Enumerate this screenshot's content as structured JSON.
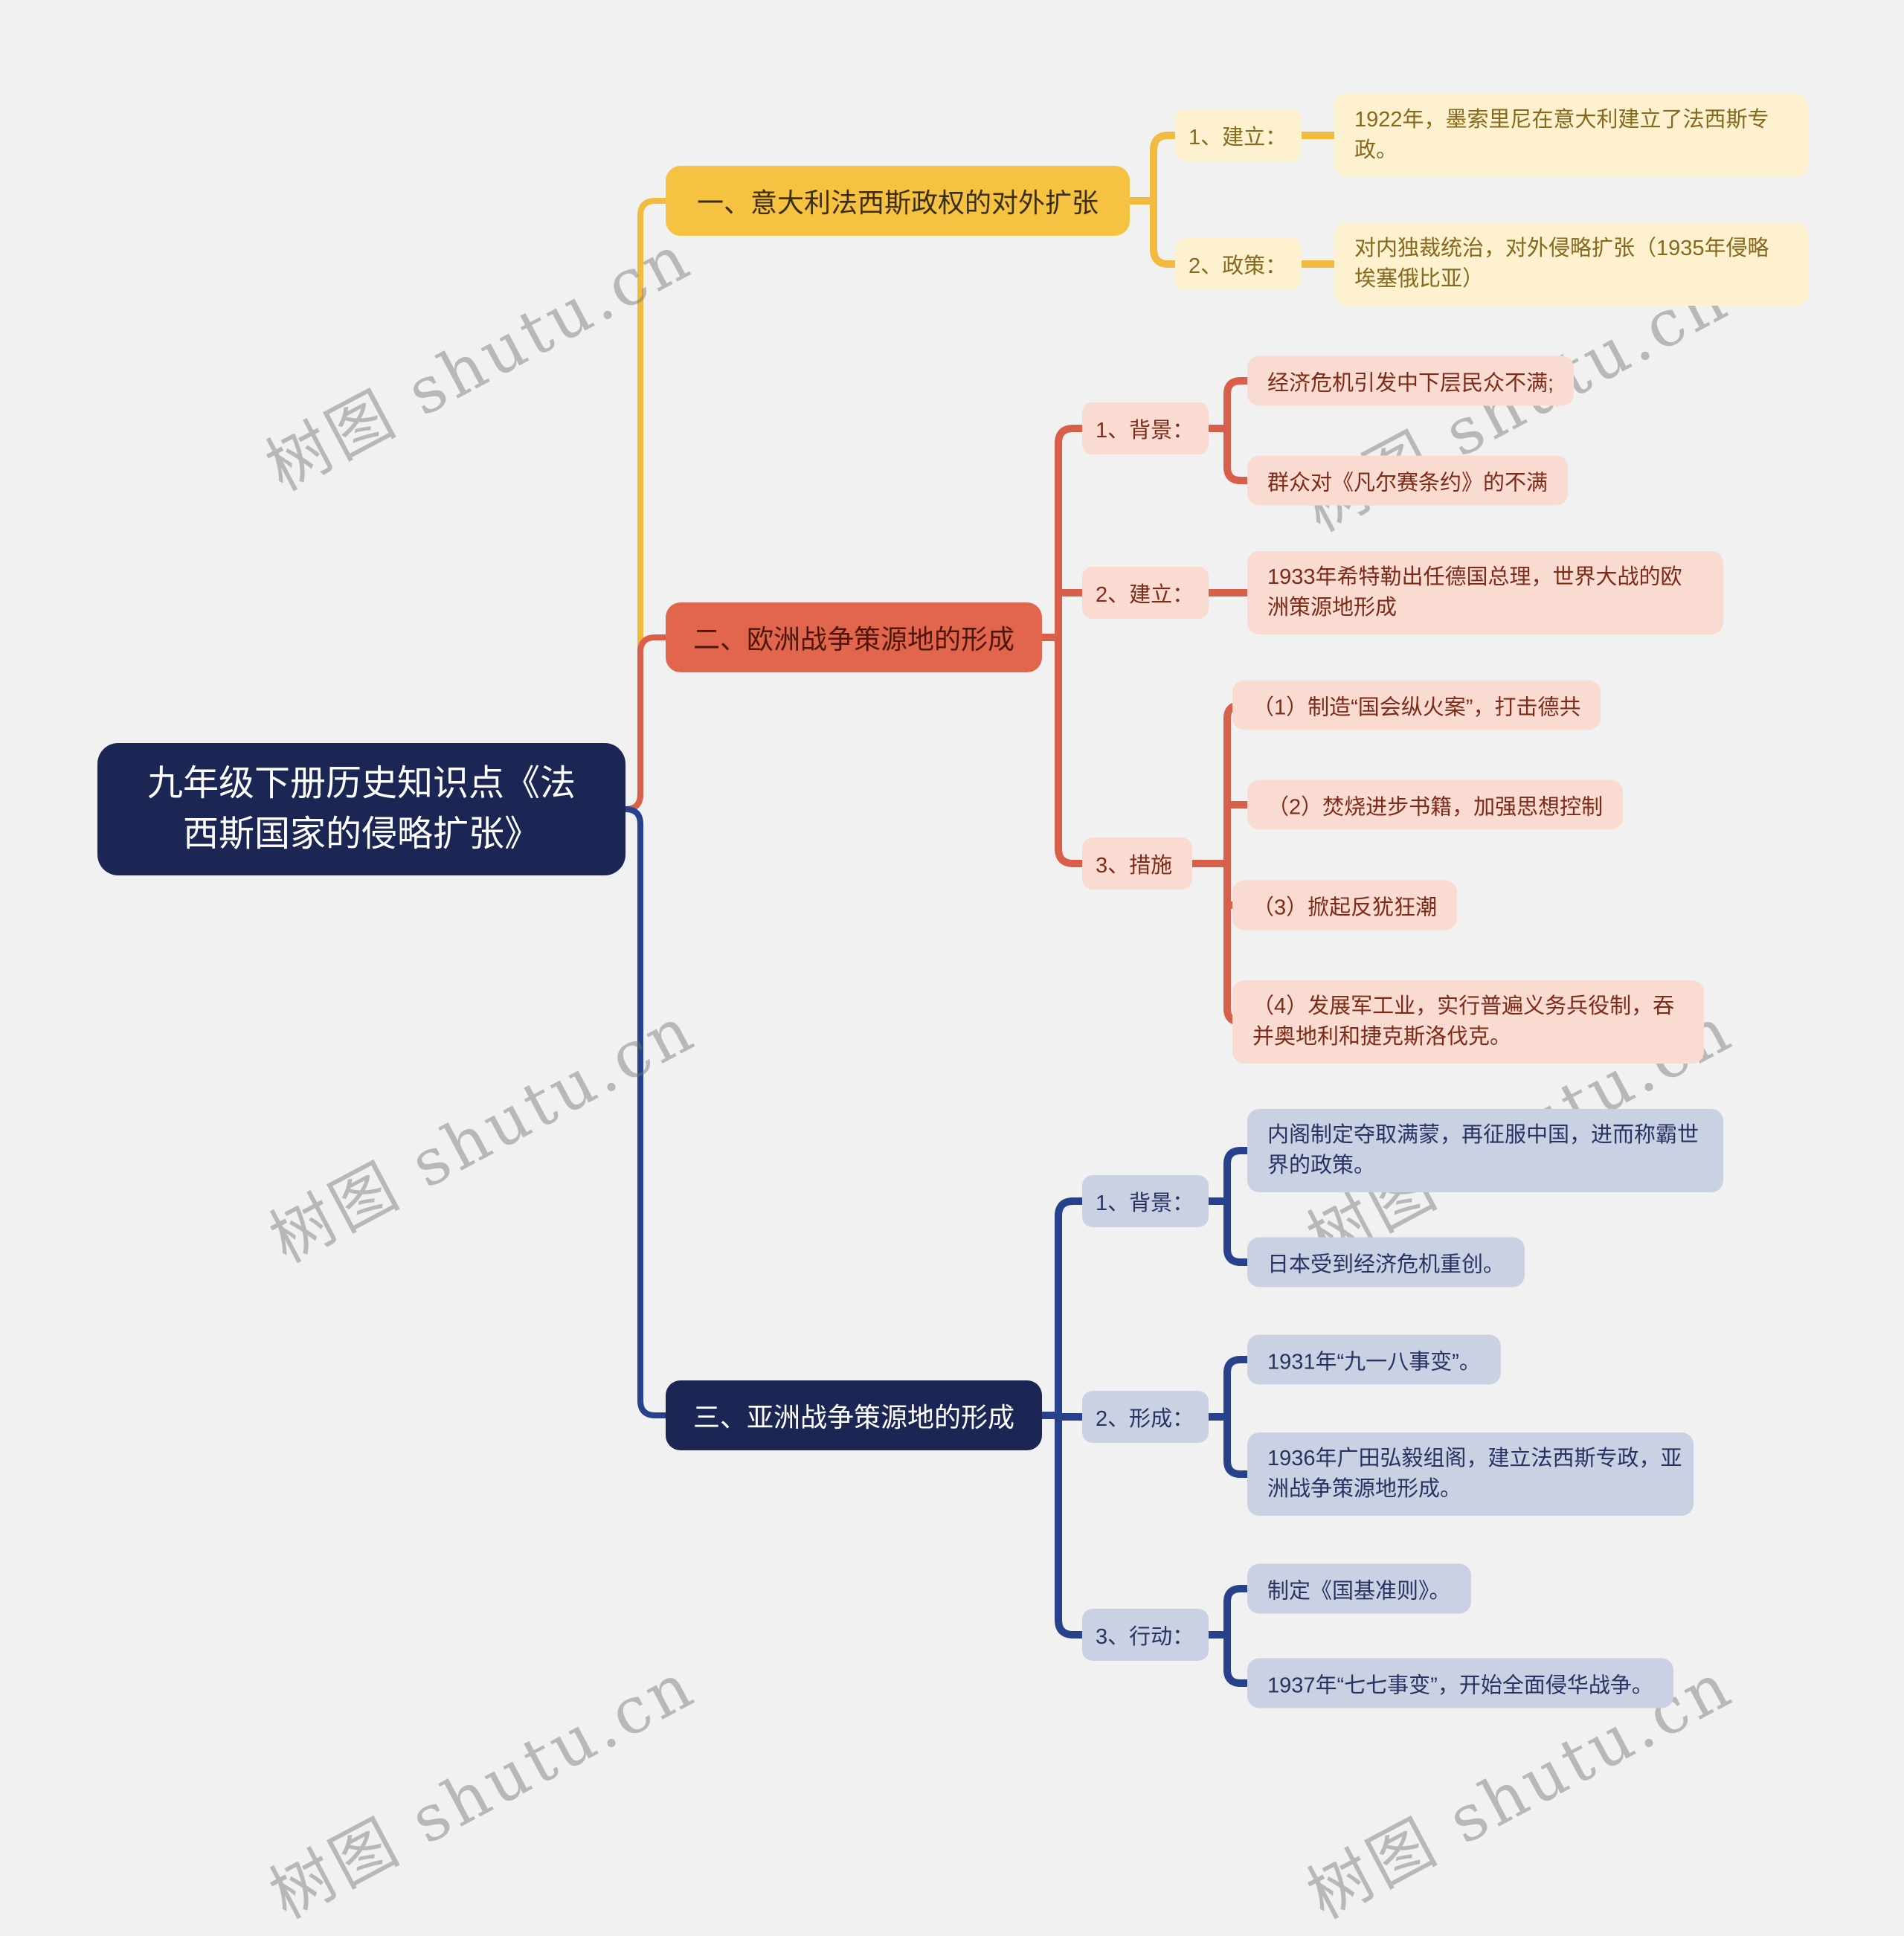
{
  "page": {
    "background": "#f1f1f2"
  },
  "watermark": {
    "text": "树图 shutu.cn"
  },
  "root": {
    "title": "九年级下册历史知识点《法西斯国家的侵略扩张》",
    "title_lines": [
      "九年级下册历史知识点《法",
      "西斯国家的侵略扩张》"
    ],
    "color": "#1b2655"
  },
  "branches": [
    {
      "label": "一、意大利法西斯政权的对外扩张",
      "color": "#f6c241",
      "children": [
        {
          "label": "1、建立：",
          "items": [
            {
              "lines": [
                "1922年，墨索里尼在意大利建立了法西斯专",
                "政。"
              ]
            }
          ]
        },
        {
          "label": "2、政策：",
          "items": [
            {
              "lines": [
                "对内独裁统治，对外侵略扩张（1935年侵略",
                "埃塞俄比亚）"
              ]
            }
          ]
        }
      ]
    },
    {
      "label": "二、欧洲战争策源地的形成",
      "color": "#e1664d",
      "children": [
        {
          "label": "1、背景：",
          "items": [
            {
              "text": "经济危机引发中下层民众不满;"
            },
            {
              "text": "群众对《凡尔赛条约》的不满"
            }
          ]
        },
        {
          "label": "2、建立：",
          "items": [
            {
              "lines": [
                "1933年希特勒出任德国总理，世界大战的欧",
                "洲策源地形成"
              ]
            }
          ]
        },
        {
          "label": "3、措施",
          "items": [
            {
              "text": "（1）制造“国会纵火案”，打击德共"
            },
            {
              "text": "（2）焚烧进步书籍，加强思想控制"
            },
            {
              "text": "（3）掀起反犹狂潮"
            },
            {
              "lines": [
                "（4）发展军工业，实行普遍义务兵役制，吞",
                "并奥地利和捷克斯洛伐克。"
              ]
            }
          ]
        }
      ]
    },
    {
      "label": "三、亚洲战争策源地的形成",
      "color": "#1b2655",
      "children": [
        {
          "label": "1、背景：",
          "items": [
            {
              "lines": [
                "内阁制定夺取满蒙，再征服中国，进而称霸世",
                "界的政策。"
              ]
            },
            {
              "text": "日本受到经济危机重创。"
            }
          ]
        },
        {
          "label": "2、形成：",
          "items": [
            {
              "text": "1931年“九一八事变”。"
            },
            {
              "lines": [
                "1936年广田弘毅组阁，建立法西斯专政，亚",
                "洲战争策源地形成。"
              ]
            }
          ]
        },
        {
          "label": "3、行动：",
          "items": [
            {
              "text": "制定《国基准则》。"
            },
            {
              "text": "1937年“七七事变”，开始全面侵华战争。"
            }
          ]
        }
      ]
    }
  ]
}
